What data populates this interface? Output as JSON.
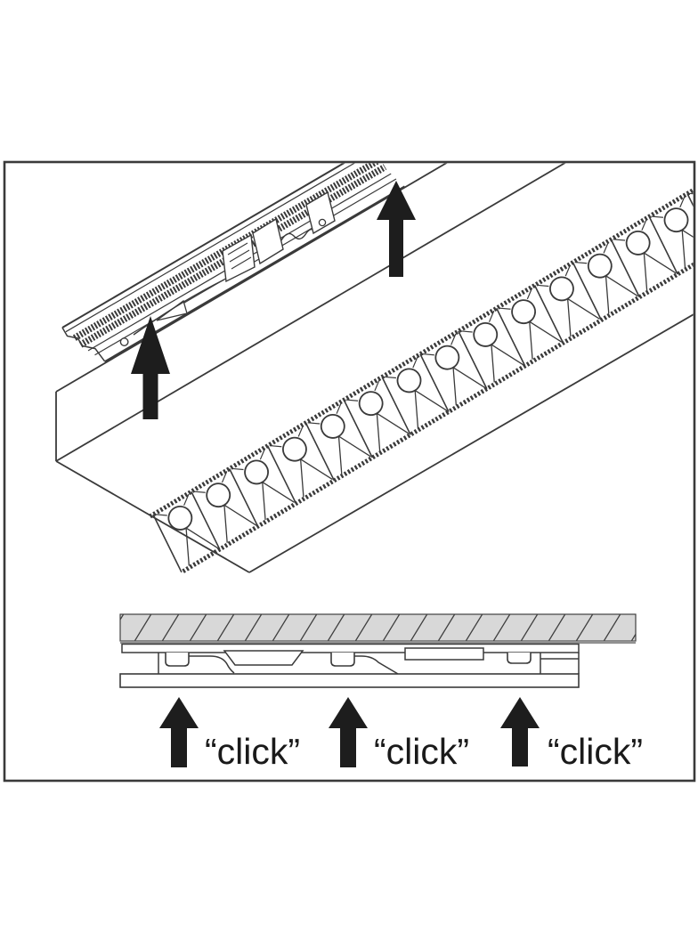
{
  "figure": {
    "description": "Luminaire ceiling installation instruction diagram",
    "caption_labels": {
      "click_1": "“click”",
      "click_2": "“click”",
      "click_3": "“click”"
    }
  },
  "colors": {
    "line_art": "#3a3a3a",
    "arrow": "#1d1d1d",
    "text": "#1a1a1a",
    "ceiling_fill": "#d8d8d8",
    "ceiling_shadow": "#919191",
    "frame_border": "#3a3a3a",
    "background": "#ffffff"
  }
}
